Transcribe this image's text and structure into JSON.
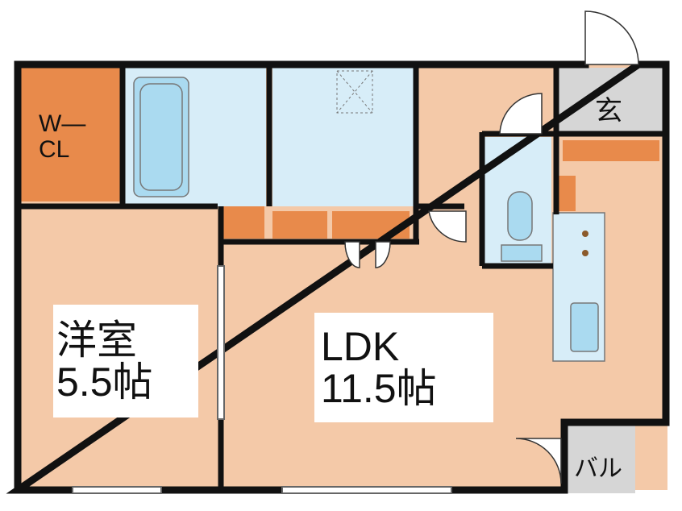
{
  "floorplan": {
    "colors": {
      "wall": "#111111",
      "living_floor": "#f4c9a8",
      "storage": "#e88a4b",
      "wet_area": "#d7edf8",
      "fixture": "#aadaf0",
      "entrance": "#d6d6d6",
      "label_bg": "#ffffff"
    },
    "rooms": {
      "wcl": {
        "line1": "W—",
        "line2": "CL"
      },
      "western_room": {
        "name": "洋室",
        "size": "5.5帖"
      },
      "ldk": {
        "name": "LDK",
        "size": "11.5帖"
      },
      "entrance": {
        "label": "玄"
      },
      "balcony": {
        "label": "バル"
      }
    }
  }
}
